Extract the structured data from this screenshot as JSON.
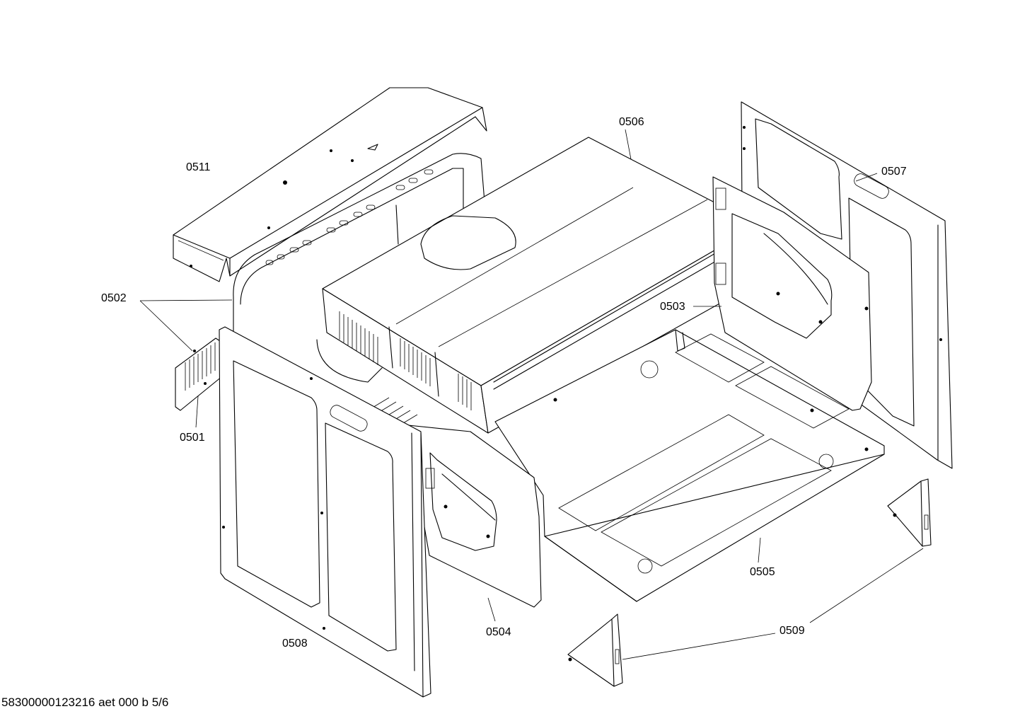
{
  "diagram": {
    "labels": {
      "p0501": "0501",
      "p0502": "0502",
      "p0503": "0503",
      "p0504": "0504",
      "p0505": "0505",
      "p0506": "0506",
      "p0507": "0507",
      "p0508": "0508",
      "p0509": "0509",
      "p0511": "0511"
    },
    "footer": "58300000123216 aet 000 b 5/6"
  }
}
